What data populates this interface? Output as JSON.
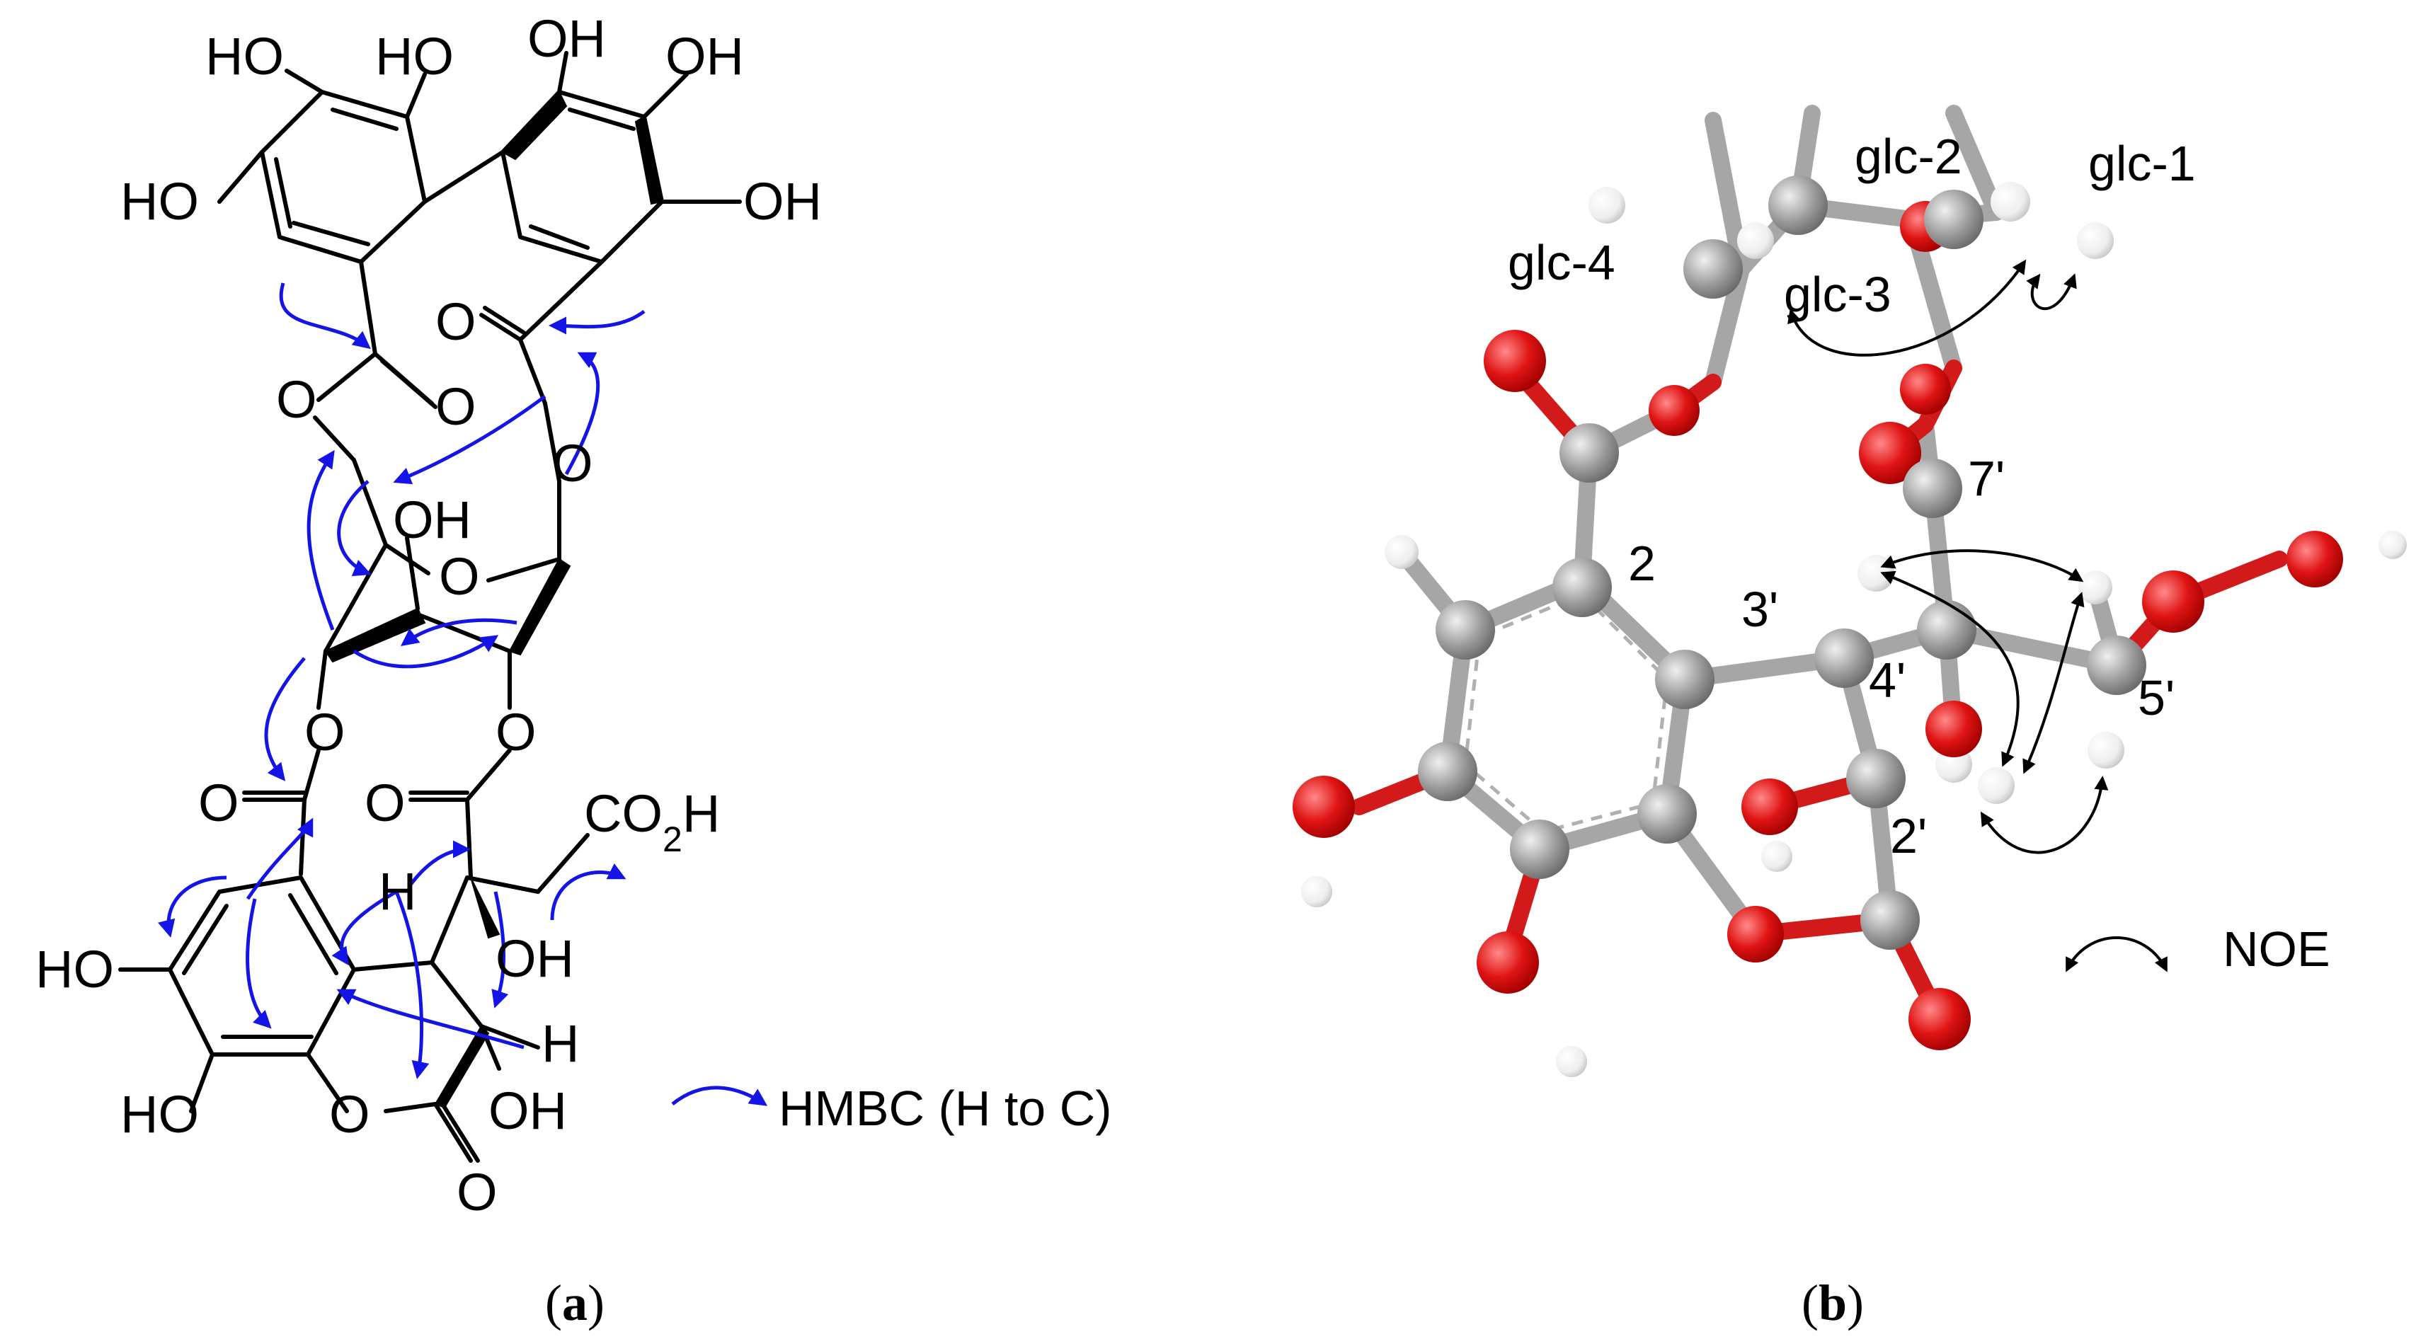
{
  "panel_a": {
    "caption_letter": "a",
    "caption_open": "(",
    "caption_close": ")",
    "atom_labels": {
      "top_ho_1": "HO",
      "top_ho_2": "HO",
      "top_oh_1": "OH",
      "top_oh_2": "OH",
      "left_ho": "HO",
      "right_oh": "OH",
      "carbonyl_o_left": "O",
      "ester_o_left": "O",
      "carbonyl_o_right": "O",
      "ester_o_right": "O",
      "sugar_oh": "OH",
      "ring_o": "O",
      "glc_o3": "O",
      "glc_o2": "O",
      "ester_carbonyl_o_left": "O",
      "ester_carbonyl_o_right": "O",
      "co2h_c": "CO",
      "co2h_sub": "2",
      "co2h_h": "H",
      "bottom_ho_1": "HO",
      "bottom_ho_2": "HO",
      "h_axial": "H",
      "side_oh": "OH",
      "h_right": "H",
      "lactone_oh": "OH",
      "lactone_o": "O",
      "lactone_carbonyl_o": "O"
    },
    "legend_label": "HMBC (H to C)",
    "colors": {
      "hmbc_arrow": "#1414e6",
      "bond": "#000000"
    }
  },
  "panel_b": {
    "caption_letter": "b",
    "caption_open": "(",
    "caption_close": ")",
    "atom_labels": {
      "glc_1": "glc-1",
      "glc_2": "glc-2",
      "glc_3": "glc-3",
      "glc_4": "glc-4",
      "c2": "2",
      "c3p": "3'",
      "c4p": "4'",
      "c5p": "5'",
      "c2p": "2'",
      "c7p": "7'"
    },
    "legend_label": "NOE",
    "colors": {
      "carbon": "#9a9a9a",
      "oxygen": "#e01414",
      "hydrogen": "#f2f2f2",
      "noe_arrow": "#000000"
    }
  }
}
